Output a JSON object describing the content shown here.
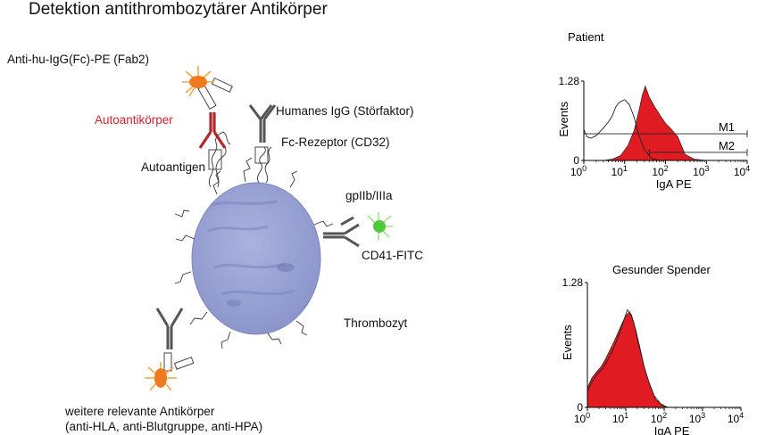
{
  "title": "Detektion antithrombozytärer Antikörper",
  "diagram": {
    "labels": {
      "anti_hu": "Anti-hu-IgG(Fc)-PE (Fab2)",
      "autoantikoerper": "Autoantikörper",
      "humanes": "Humanes IgG (Störfaktor)",
      "fc_rezeptor": "Fc-Rezeptor (CD32)",
      "autoantigen": "Autoantigen",
      "gpiib": "gpIIb/IIIa",
      "cd41": "CD41-FITC",
      "thrombozyt": "Thrombozyt",
      "weitere_1": "weitere relevante Antikörper",
      "weitere_2": "(anti-HLA, anti-Blutgruppe, anti-HPA)"
    },
    "colors": {
      "pe": "#f07a1e",
      "fitc": "#4fc83a",
      "auto": "#c42a2a",
      "platelet": "#9aa3d2",
      "igg": "#444444"
    }
  },
  "chart_data": [
    {
      "type": "area",
      "title": "Patient",
      "xlabel": "IgA PE",
      "ylabel": "Events",
      "xscale": "log",
      "xlim": [
        1,
        10000
      ],
      "ylim": [
        0,
        1.28
      ],
      "yticks": [
        "0",
        "1.28"
      ],
      "xticks": [
        "10^0",
        "10^1",
        "10^2",
        "10^3",
        "10^4"
      ],
      "markers": [
        {
          "name": "M1",
          "from": 1,
          "to": 10000,
          "y": 0.43
        },
        {
          "name": "M2",
          "from": 40,
          "to": 10000,
          "y": 0.13
        }
      ],
      "series": [
        {
          "fill": "#e01b22",
          "x": [
            3,
            5,
            8,
            12,
            17,
            22,
            27,
            32,
            40,
            55,
            75,
            100,
            140,
            200,
            300,
            500,
            1000
          ],
          "y": [
            0,
            0.02,
            0.08,
            0.24,
            0.48,
            0.78,
            1.05,
            1.2,
            1.02,
            0.86,
            0.72,
            0.6,
            0.5,
            0.38,
            0.1,
            0.02,
            0
          ]
        },
        {
          "fill": "none",
          "x": [
            1,
            1.2,
            1.5,
            2,
            3,
            4,
            5,
            6,
            7,
            8,
            10,
            13,
            17,
            22,
            30,
            45,
            70
          ],
          "y": [
            0.5,
            0.38,
            0.36,
            0.4,
            0.52,
            0.62,
            0.72,
            0.86,
            0.92,
            0.95,
            0.98,
            0.9,
            0.7,
            0.42,
            0.18,
            0.04,
            0
          ]
        }
      ]
    },
    {
      "type": "area",
      "title": "Gesunder Spender",
      "xlabel": "IgA PE",
      "ylabel": "Events",
      "xscale": "log",
      "xlim": [
        1,
        10000
      ],
      "ylim": [
        0,
        1.28
      ],
      "yticks": [
        "0",
        "1.28"
      ],
      "xticks": [
        "10^0",
        "10^1",
        "10^2",
        "10^3",
        "10^4"
      ],
      "series": [
        {
          "fill": "#e01b22",
          "x": [
            1,
            1.3,
            1.7,
            2.3,
            3,
            4,
            5,
            6.5,
            8,
            10,
            12.5,
            16,
            20,
            26,
            33,
            45,
            60,
            90,
            130
          ],
          "y": [
            0.2,
            0.3,
            0.36,
            0.42,
            0.5,
            0.6,
            0.68,
            0.78,
            0.86,
            0.94,
            0.98,
            0.88,
            0.7,
            0.52,
            0.36,
            0.2,
            0.08,
            0.02,
            0
          ]
        },
        {
          "fill": "none",
          "x": [
            1,
            1.3,
            1.8,
            2.5,
            3.3,
            4.5,
            6,
            7.5,
            9,
            11,
            14,
            18,
            23,
            30,
            40,
            55,
            80,
            120
          ],
          "y": [
            0.16,
            0.26,
            0.34,
            0.4,
            0.48,
            0.58,
            0.7,
            0.8,
            0.9,
            1.0,
            0.95,
            0.8,
            0.62,
            0.42,
            0.26,
            0.12,
            0.04,
            0
          ]
        }
      ]
    }
  ]
}
